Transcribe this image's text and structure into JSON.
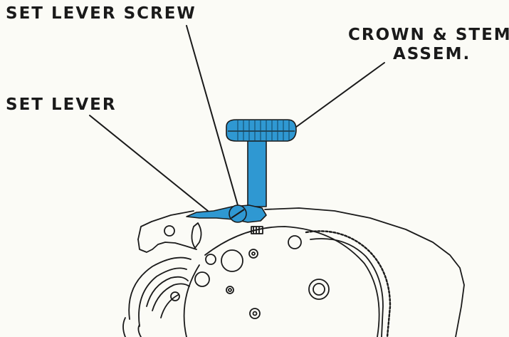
{
  "labels": {
    "set_lever_screw": "SET LEVER SCREW",
    "set_lever": "SET LEVER",
    "crown_stem_line1": "CROWN & STEM",
    "crown_stem_line2": "ASSEM."
  },
  "colors": {
    "highlight": "#2f98d2",
    "ink": "#1a1a1a",
    "paper": "#fbfbf6"
  }
}
